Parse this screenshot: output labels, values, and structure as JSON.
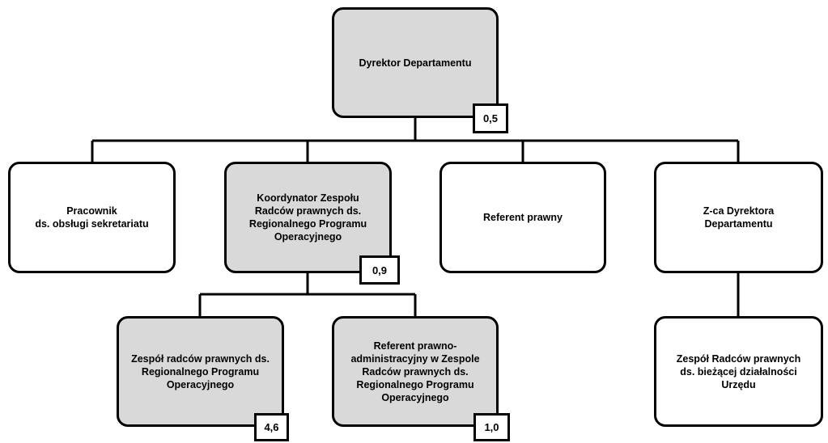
{
  "colors": {
    "filled": "#d9d9d9",
    "plain": "#ffffff",
    "line": "#000000"
  },
  "nodes": {
    "director": {
      "label": "Dyrektor Departamentu",
      "badge": "0,5"
    },
    "secretariat": {
      "label": "Pracownik\nds. obsługi sekretariatu"
    },
    "coordinator": {
      "label": "Koordynator Zespołu Radców prawnych ds. Regionalnego Programu Operacyjnego",
      "badge": "0,9"
    },
    "legal_officer": {
      "label": "Referent prawny"
    },
    "deputy_director": {
      "label": "Z-ca Dyrektora Departamentu"
    },
    "rpo_team": {
      "label": "Zespół radców prawnych ds. Regionalnego Programu Operacyjnego",
      "badge": "4,6"
    },
    "admin_officer": {
      "label": "Referent prawno-administracyjny w Zespole Radców prawnych ds. Regionalnego Programu Operacyjnego",
      "badge": "1,0"
    },
    "current_team": {
      "label": "Zespół Radców prawnych ds. bieżącej działalności Urzędu"
    }
  }
}
